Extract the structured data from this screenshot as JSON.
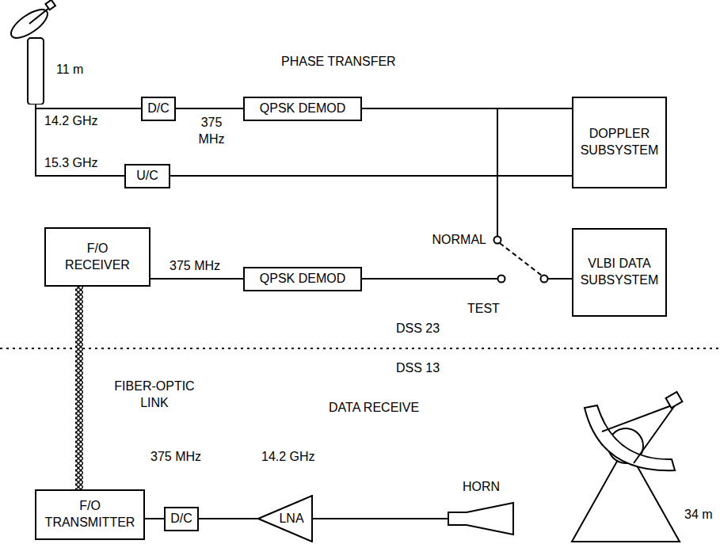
{
  "diagram": {
    "nodes": [
      {
        "text": [
          "11 m"
        ]
      },
      {
        "text": [
          "D/C"
        ]
      },
      {
        "text": [
          "QPSK DEMOD"
        ]
      },
      {
        "text": [
          "DOPPLER SUBSYSTEM"
        ]
      },
      {
        "text": [
          "U/C"
        ]
      },
      {
        "text": [
          "F/O RECEIVER"
        ]
      },
      {
        "text": [
          "QPSK DEMOD"
        ]
      },
      {
        "text": [
          "VLBI DATA SUBSYSTEM"
        ]
      },
      {
        "text": [
          "F/O TRANSMITTER"
        ]
      },
      {
        "text": [
          "D/C"
        ]
      },
      {
        "text": [
          "LNA"
        ]
      },
      {
        "text": [
          "HORN"
        ]
      }
    ],
    "edges": [
      {
        "from": 0,
        "to": 1,
        "arrow": "none",
        "label": "14.2 GHz"
      },
      {
        "from": 1,
        "to": 2,
        "arrow": "none",
        "label": "375 MHz"
      },
      {
        "from": 2,
        "to": 3,
        "arrow": "none"
      },
      {
        "from": 3,
        "to": 4,
        "arrow": "none"
      },
      {
        "from": 4,
        "to": 0,
        "arrow": "none",
        "label": "15.3 GHz"
      },
      {
        "from": 2,
        "to": 7,
        "arrow": "none"
      },
      {
        "from": 5,
        "to": 6,
        "arrow": "none",
        "label": "375 MHz"
      },
      {
        "from": 6,
        "to": 7,
        "arrow": "none"
      },
      {
        "from": 8,
        "to": 5,
        "arrow": "none"
      },
      {
        "from": 9,
        "to": 8,
        "arrow": "none"
      },
      {
        "from": 10,
        "to": 9,
        "arrow": "none"
      },
      {
        "from": 11,
        "to": 10,
        "arrow": "none"
      }
    ],
    "labels": [
      "PHASE TRANSFER",
      "NORMAL",
      "TEST",
      "DSS 23",
      "DSS 13",
      "FIBER-OPTIC LINK",
      "DATA RECEIVE",
      "375 MHz",
      "14.2 GHz",
      "34 m"
    ]
  }
}
